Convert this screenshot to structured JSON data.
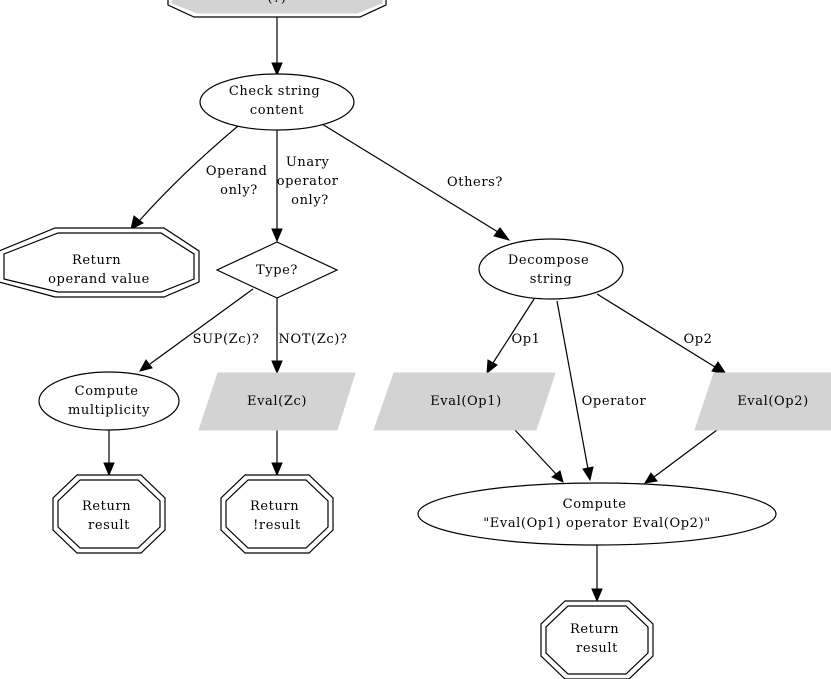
{
  "colors": {
    "io_fill": "#d3d3d3",
    "stroke": "#000000",
    "background": "#ffffff"
  },
  "nodes": {
    "start": "(?)",
    "check": [
      "Check string",
      "content"
    ],
    "return_operand": [
      "Return",
      "operand value"
    ],
    "type": [
      "Type?"
    ],
    "decompose": [
      "Decompose",
      "string"
    ],
    "compute_mult": [
      "Compute",
      "multiplicity"
    ],
    "eval_zc": [
      "Eval(Zc)"
    ],
    "eval_op1": [
      "Eval(Op1)"
    ],
    "eval_op2": [
      "Eval(Op2)"
    ],
    "return_result_left": [
      "Return",
      "result"
    ],
    "return_not_result": [
      "Return",
      "!result"
    ],
    "compute_expr": [
      "Compute",
      "\"Eval(Op1) operator Eval(Op2)\""
    ],
    "return_result_right": [
      "Return",
      "result"
    ]
  },
  "edges": {
    "operand_only": [
      "Operand",
      "only?"
    ],
    "unary_only": [
      "Unary",
      "operator",
      "only?"
    ],
    "others": [
      "Others?"
    ],
    "sup": [
      "SUP(Zc)?"
    ],
    "not": [
      "NOT(Zc)?"
    ],
    "op1": [
      "Op1"
    ],
    "operator": [
      "Operator"
    ],
    "op2": [
      "Op2"
    ]
  }
}
